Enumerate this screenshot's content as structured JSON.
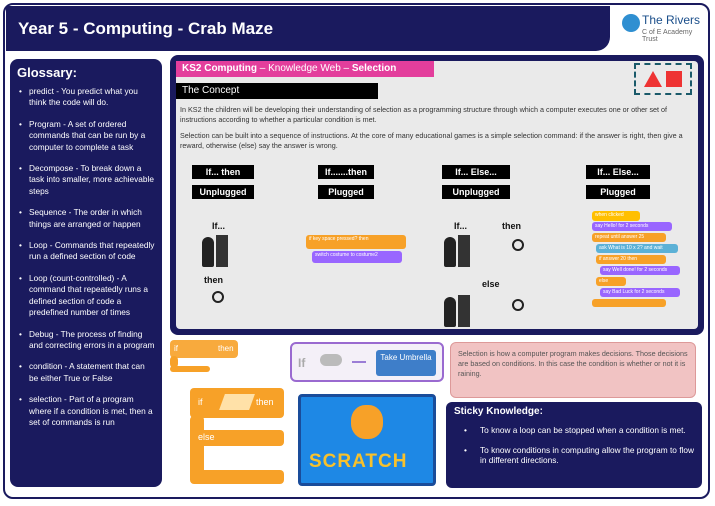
{
  "header": {
    "title": "Year 5 - Computing - Crab Maze"
  },
  "logo": {
    "name": "The Rivers",
    "subtitle": "C of E Academy Trust"
  },
  "glossary": {
    "title": "Glossary:",
    "items": [
      "predict - You predict what you think the code will do.",
      "Program - A set of ordered commands that can be run by a computer to complete a task",
      "Decompose - To break down a task into smaller, more achievable steps",
      "Sequence - The order in which things are arranged or happen",
      "Loop - Commands that repeatedly run a defined section of code",
      "Loop (count-controlled) - A command that repeatedly runs a defined section of code a predefined number of times",
      "Debug - The process of finding and correcting errors in a program",
      "condition - A statement that can be either True or False",
      "selection - Part of a program where if a condition is met, then a set of commands is run"
    ]
  },
  "kweb": {
    "bar_a": "KS2 Computing",
    "bar_b": " – Knowledge Web – ",
    "bar_c": "Selection",
    "concept": "The Concept",
    "p1": "In KS2 the children will be developing their understanding of selection as a programming structure through which a computer executes one or other set of instructions according to whether a particular condition is met.",
    "p2": "Selection can be built into a sequence of instructions. At the core of many educational games is a simple selection command: if the answer is right, then give a reward, otherwise (else) say the answer is wrong.",
    "labels": [
      {
        "top": "If... then",
        "bottom": "Unplugged"
      },
      {
        "top": "If.......then",
        "bottom": "Plugged"
      },
      {
        "top": "If... Else...",
        "bottom": "Unplugged"
      },
      {
        "top": "If... Else...",
        "bottom": "Plugged"
      }
    ],
    "words": {
      "if1": "If...",
      "then1": "then",
      "if2": "If...",
      "then2": "then",
      "else2": "else"
    },
    "scratch1": {
      "b1": "if",
      "b2": "key",
      "b3": "space",
      "b4": "pressed?",
      "b5": "then",
      "b6": "switch costume to",
      "b7": "costume2"
    },
    "scratch2": {
      "b1": "when",
      "b2": "clicked",
      "b3": "say",
      "b4": "Hello!",
      "b5": "for",
      "b6": "2",
      "b7": "seconds",
      "b8": "repeat until",
      "b9": "answer",
      "b10": "25",
      "b11": "ask",
      "b12": "What is 10 x 2?",
      "b13": "and wait",
      "b14": "if",
      "b15": "answer",
      "b16": "20",
      "b17": "then",
      "b18": "say",
      "b19": "Well done!",
      "b20": "for",
      "b21": "2",
      "b22": "seconds",
      "b23": "else",
      "b24": "say",
      "b25": "Bad Luck",
      "b26": "for",
      "b27": "2",
      "b28": "seconds"
    }
  },
  "small_if": {
    "if": "if",
    "then": "then"
  },
  "big_if": {
    "if": "if",
    "then": "then",
    "else": "else"
  },
  "rain": {
    "if": "If",
    "take": "Take Umbrella"
  },
  "selection_note": "Selection is how a computer program makes decisions. Those decisions are based on conditions. In this case the condition is whether or not it is raining.",
  "sticky": {
    "title": "Sticky Knowledge:",
    "items": [
      "To know a loop can be stopped when a condition is met.",
      "To know conditions in computing allow the program to flow in different directions."
    ]
  },
  "scratch_logo": {
    "text": "SCRATCH"
  },
  "colors": {
    "navy": "#1a1a5e",
    "pink": "#e33e9c",
    "orange": "#f7a128",
    "blue": "#1e88e5"
  }
}
